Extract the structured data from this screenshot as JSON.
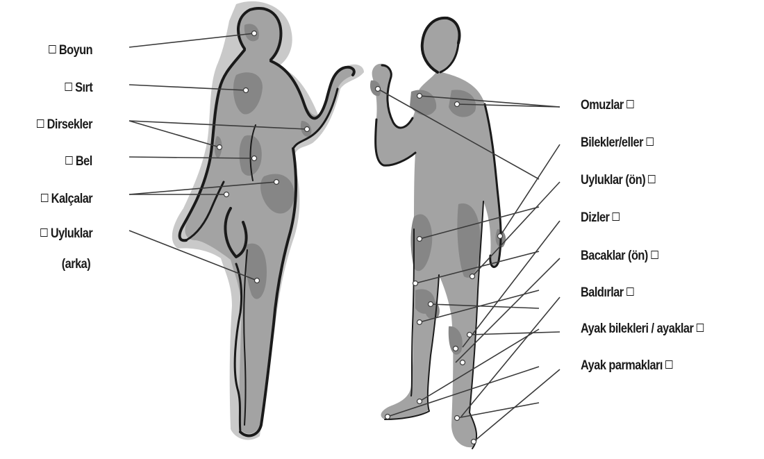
{
  "left_labels": [
    {
      "id": "neck",
      "text": "Boyun"
    },
    {
      "id": "back",
      "text": "Sırt"
    },
    {
      "id": "elbows",
      "text": "Dirsekler"
    },
    {
      "id": "waist",
      "text": "Bel"
    },
    {
      "id": "hips",
      "text": "Kalçalar"
    },
    {
      "id": "thighs-back",
      "text": "Uyluklar"
    },
    {
      "id": "thighs-back-2",
      "text": "(arka)"
    }
  ],
  "right_labels": [
    {
      "id": "shoulders",
      "text": "Omuzlar"
    },
    {
      "id": "wrists-hands",
      "text": "Bilekler/eller"
    },
    {
      "id": "thighs-front",
      "text": "Uyluklar (ön)"
    },
    {
      "id": "knees",
      "text": "Dizler"
    },
    {
      "id": "legs-front",
      "text": "Bacaklar (ön)"
    },
    {
      "id": "calves",
      "text": "Baldırlar"
    },
    {
      "id": "ankles-feet",
      "text": "Ayak bilekleri / ayaklar"
    },
    {
      "id": "toes",
      "text": "Ayak parmakları"
    }
  ],
  "colors": {
    "halo": "#c9c9c9",
    "body": "#a3a3a3",
    "zone": "#868686",
    "outline": "#1a1a1a",
    "leader": "#3a3a3a"
  },
  "icons": {
    "checkbox": "empty-square-checkbox"
  }
}
